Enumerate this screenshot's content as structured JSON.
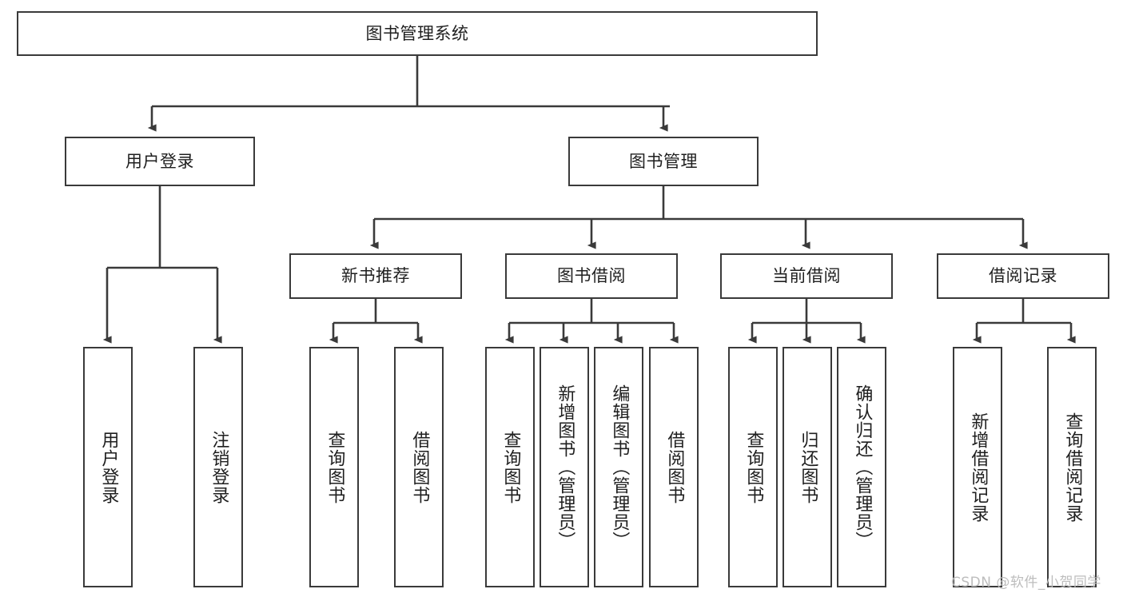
{
  "diagram": {
    "title": "图书管理系统",
    "type": "tree-hierarchy-diagram",
    "colors": {
      "box_border": "#3a3a3a",
      "box_fill": "#ffffff",
      "line": "#3a3a3a",
      "text": "#1f1f1f",
      "watermark": "#bdbdbd"
    },
    "nodes": {
      "root": "图书管理系统",
      "level2": {
        "user_login": "用户登录",
        "book_manage": "图书管理"
      },
      "level3": {
        "new_book_recommend": "新书推荐",
        "book_borrow": "图书借阅",
        "current_borrow": "当前借阅",
        "borrow_record": "借阅记录"
      },
      "leaves": {
        "user_login_children": [
          "用户登录",
          "注销登录"
        ],
        "new_book_recommend_children": [
          "查询图书",
          "借阅图书"
        ],
        "book_borrow_children": [
          "查询图书",
          "新增图书（管理员）",
          "编辑图书（管理员）",
          "借阅图书"
        ],
        "current_borrow_children": [
          "查询图书",
          "归还图书",
          "确认归还（管理员）"
        ],
        "borrow_record_children": [
          "新增借阅记录",
          "查询借阅记录"
        ]
      }
    }
  },
  "watermark": {
    "text": "CSDN @软件_小贺同学"
  }
}
